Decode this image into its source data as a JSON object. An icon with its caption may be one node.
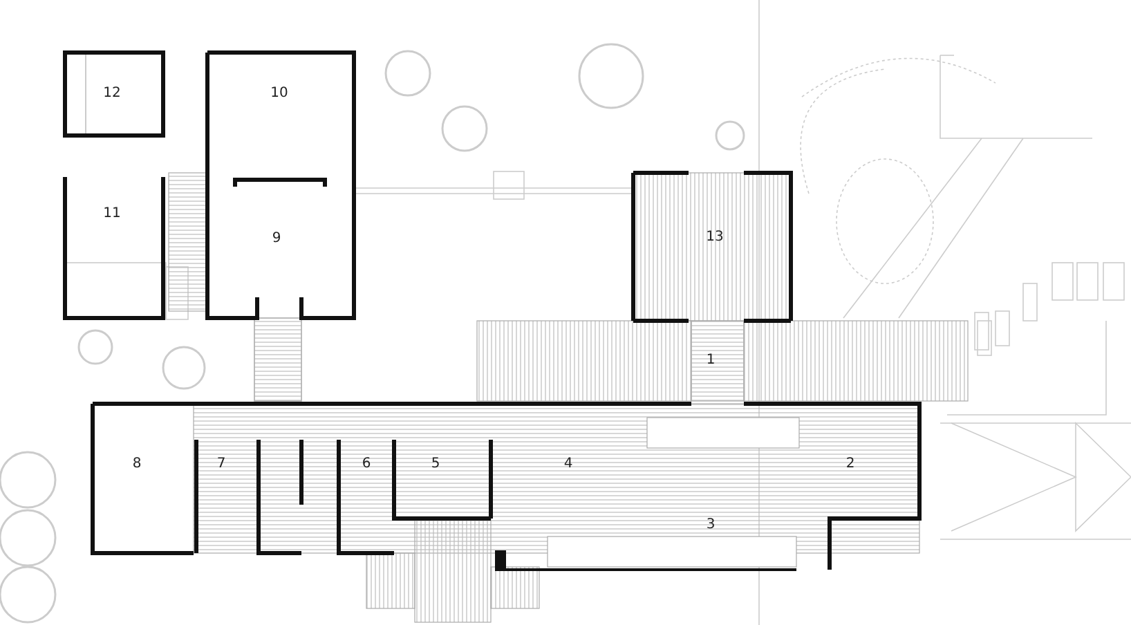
{
  "diagram": {
    "labels": [
      "12",
      "10",
      "11",
      "9",
      "13",
      "1",
      "8",
      "7",
      "6",
      "5",
      "4",
      "2",
      "3"
    ]
  }
}
